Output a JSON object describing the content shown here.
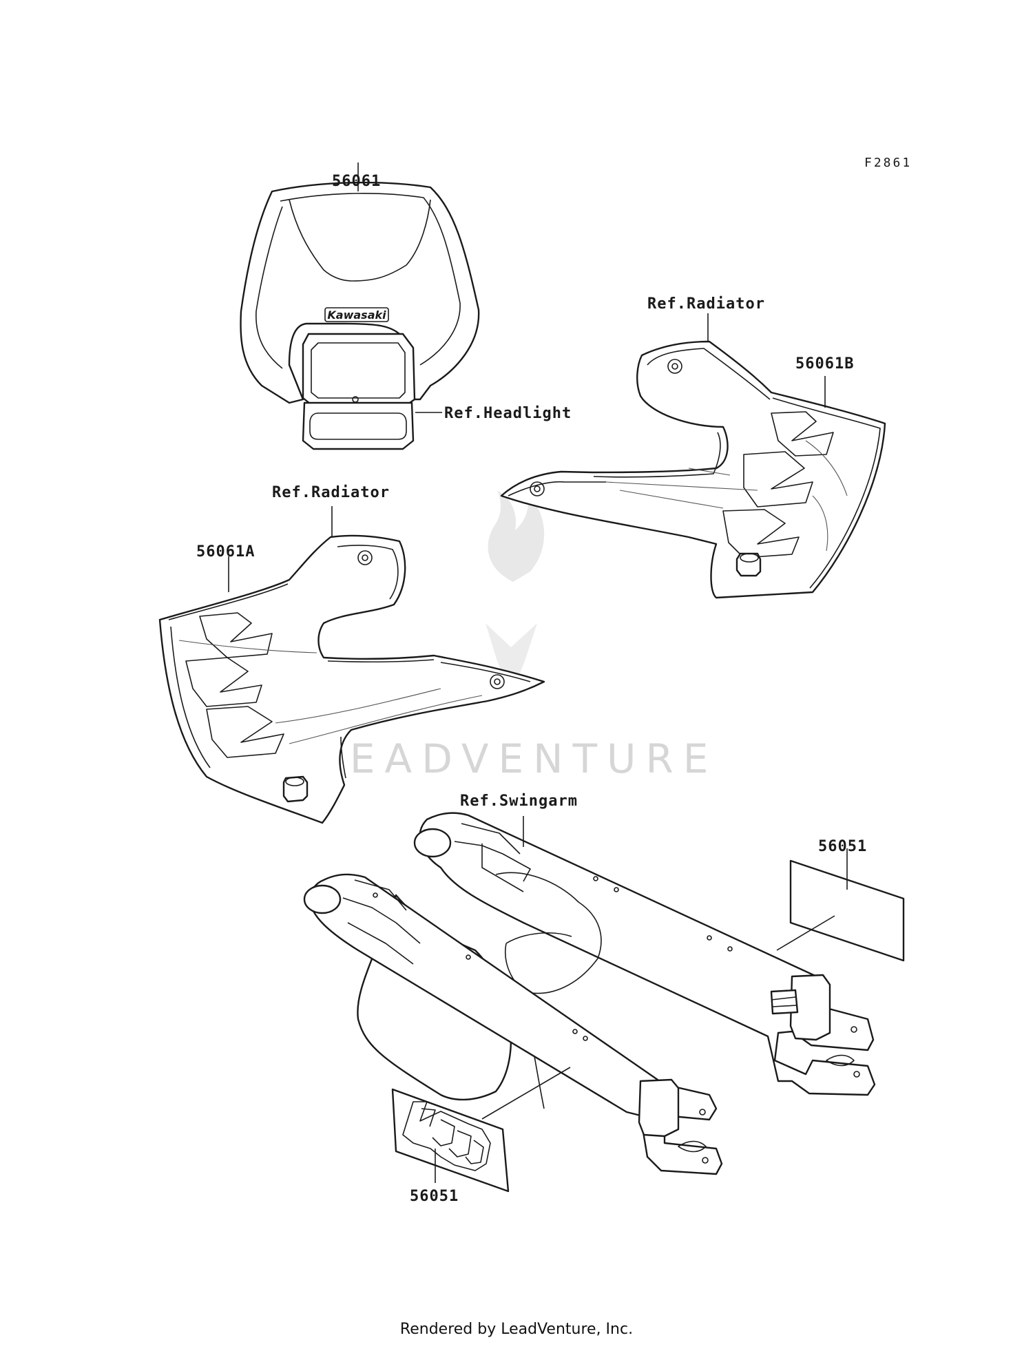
{
  "figure_id": "F2861",
  "callouts": {
    "headlight_cover": "56061",
    "ref_headlight": "Ref.Headlight",
    "ref_radiator_right": "Ref.Radiator",
    "shroud_right": "56061B",
    "ref_radiator_left": "Ref.Radiator",
    "shroud_left": "56061A",
    "ref_swingarm": "Ref.Swingarm",
    "swingarm_decal_right": "56051",
    "swingarm_decal_left": "56051"
  },
  "emblem_text": "Kawasaki",
  "watermark": "LEADVENTURE",
  "footer": "Rendered by LeadVenture, Inc.",
  "colors": {
    "line": "#1a1a1a",
    "watermark": "#d6d6d6",
    "background": "#ffffff"
  }
}
